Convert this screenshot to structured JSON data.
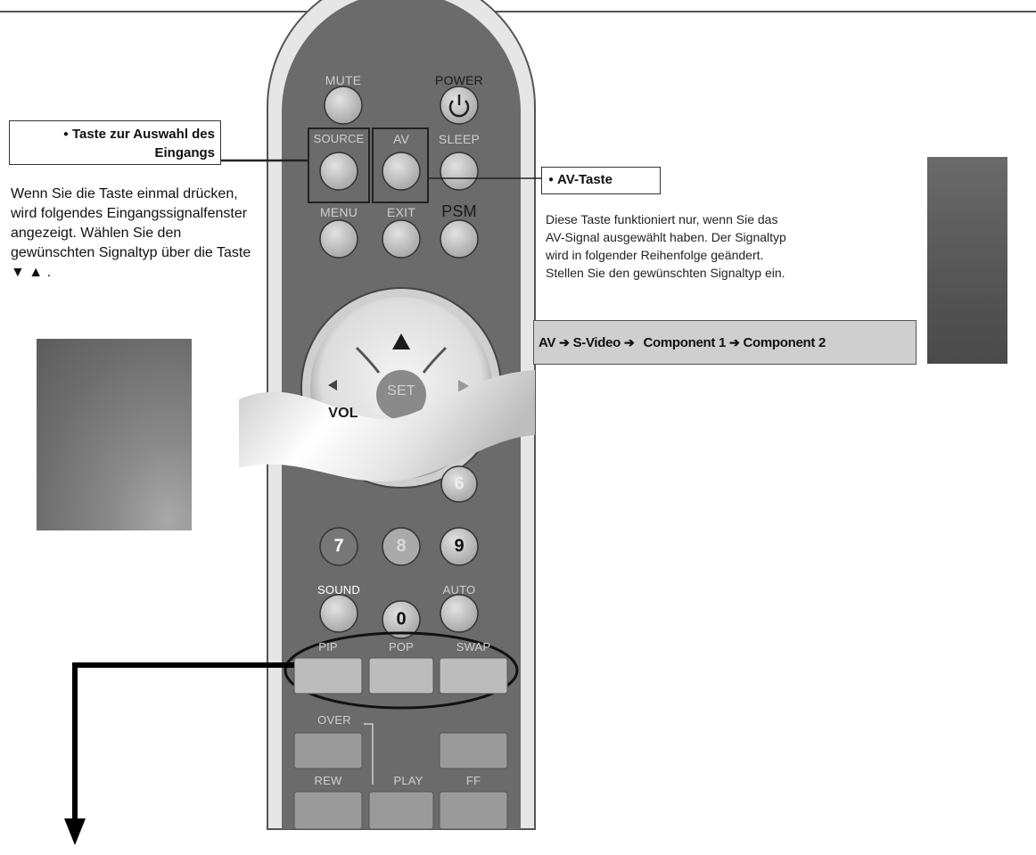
{
  "callout_left": {
    "title_line1": "Taste zur Auswahl des",
    "title_line2": "Eingangs",
    "description": "Wenn Sie die Taste einmal drücken, wird folgendes Eingangssignalfenster angezeigt. Wählen Sie den gewünschten Signaltyp über die Taste",
    "arrow_symbols": "▼ ▲",
    "period": "."
  },
  "callout_right": {
    "title": "AV-Taste",
    "description_lines": [
      "Diese Taste funktioniert nur, wenn Sie das",
      "AV-Signal ausgewählt haben. Der Signaltyp",
      "wird in folgender Reihenfolge geändert.",
      "Stellen Sie den gewünschten Signaltyp ein."
    ]
  },
  "sequence": {
    "steps": [
      "AV",
      "S-Video",
      "Component 1",
      "Component 2"
    ]
  },
  "remote": {
    "mute": "MUTE",
    "power": "POWER",
    "source": "SOURCE",
    "av": "AV",
    "sleep": "SLEEP",
    "menu": "MENU",
    "exit": "EXIT",
    "psm": "PSM",
    "set": "SET",
    "vol": "VOL",
    "n6": "6",
    "n7": "7",
    "n8": "8",
    "n9": "9",
    "n0": "0",
    "sound": "SOUND",
    "auto": "AUTO",
    "pip": "PIP",
    "pop": "POP",
    "swap": "SWAP",
    "rec_label": "OVER",
    "rew": "REW",
    "play": "PLAY",
    "ff": "FF"
  }
}
